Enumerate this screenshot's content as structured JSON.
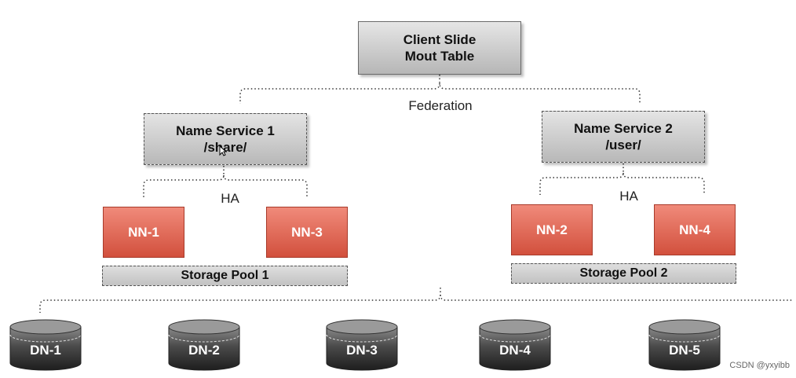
{
  "root": {
    "line1": "Client Slide",
    "line2": "Mout Table"
  },
  "federation_label": "Federation",
  "name_services": [
    {
      "title": "Name Service 1",
      "path": "/share/",
      "ha_label": "HA",
      "namenodes": [
        "NN-1",
        "NN-3"
      ],
      "pool": "Storage Pool 1"
    },
    {
      "title": "Name Service 2",
      "path": "/user/",
      "ha_label": "HA",
      "namenodes": [
        "NN-2",
        "NN-4"
      ],
      "pool": "Storage Pool 2"
    }
  ],
  "datanodes": [
    "DN-1",
    "DN-2",
    "DN-3",
    "DN-4",
    "DN-5"
  ],
  "watermark": "CSDN @yxyibb",
  "colors": {
    "namenode": "#d9594a",
    "box_grey": "#c8c8c8",
    "datanode": "#3a3a3a"
  }
}
